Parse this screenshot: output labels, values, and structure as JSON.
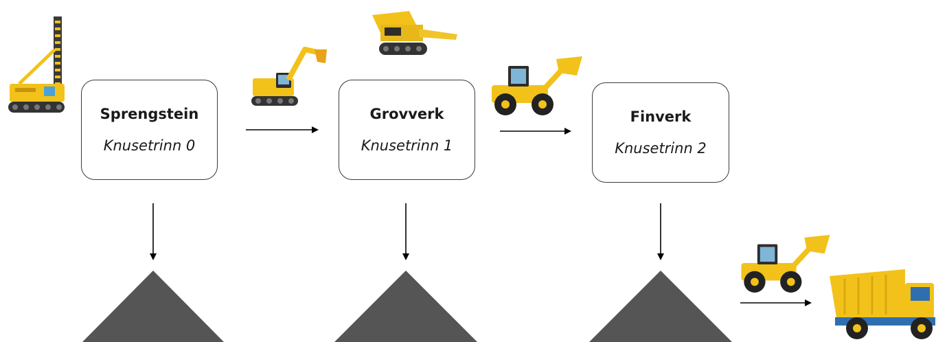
{
  "stages": [
    {
      "title": "Sprengstein",
      "subtitle": "Knusetrinn 0"
    },
    {
      "title": "Grovverk",
      "subtitle": "Knusetrinn 1"
    },
    {
      "title": "Finverk",
      "subtitle": "Knusetrinn 2"
    }
  ],
  "icons": [
    "drill-rig-icon",
    "excavator-icon",
    "mobile-crusher-icon",
    "wheel-loader-icon",
    "wheel-loader-icon",
    "dump-truck-icon"
  ],
  "colors": {
    "box_border": "#3a3a3a",
    "arrow": "#000000",
    "stockpile": "#555555",
    "machine_yellow": "#f2c21b",
    "machine_dark": "#333333",
    "truck_blue": "#2f6fb0"
  }
}
